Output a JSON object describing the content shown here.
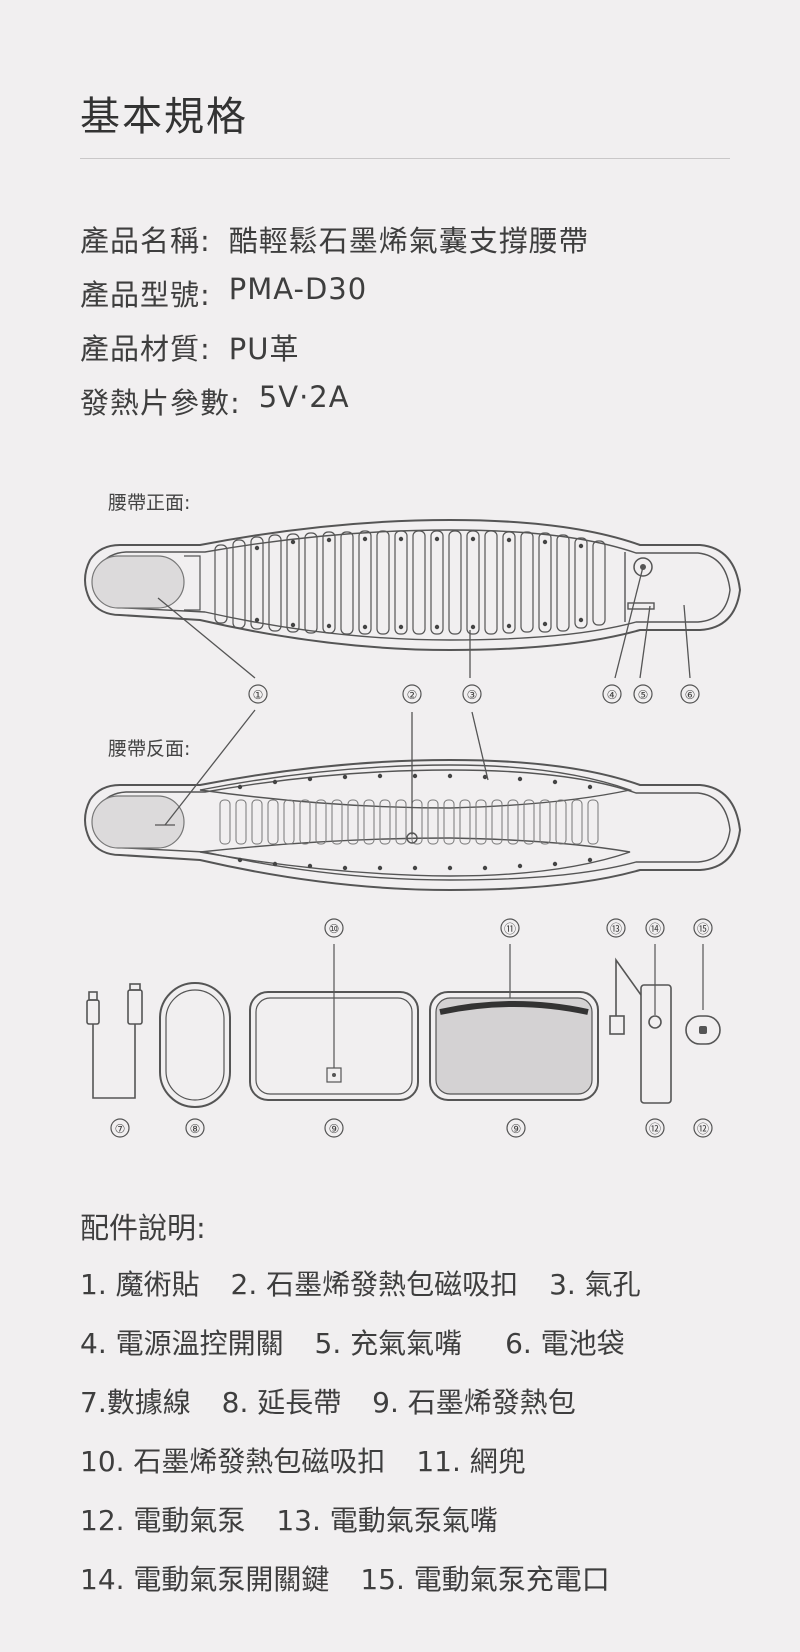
{
  "title": "基本規格",
  "specs": [
    {
      "label": "產品名稱:",
      "value": "酷輕鬆石墨烯氣囊支撐腰帶"
    },
    {
      "label": "產品型號:",
      "value": "PMA-D30"
    },
    {
      "label": "產品材質:",
      "value": "PU革"
    },
    {
      "label": "發熱片參數:",
      "value": "5V·2A"
    }
  ],
  "diagram": {
    "front_label": "腰帶正面:",
    "back_label": "腰帶反面:",
    "markers_front": [
      "①",
      "②",
      "③",
      "④",
      "⑤",
      "⑥"
    ],
    "markers_mid": [
      "⑩",
      "⑪",
      "⑬",
      "⑭",
      "⑮"
    ],
    "markers_bottom": [
      "⑦",
      "⑧",
      "⑨",
      "⑨",
      "⑫",
      "⑫"
    ]
  },
  "accessories": {
    "title": "配件說明:",
    "rows": [
      [
        "1. 魔術貼",
        "2. 石墨烯發熱包磁吸扣",
        "3. 氣孔"
      ],
      [
        "4. 電源溫控開關",
        "5. 充氣氣嘴",
        "6. 電池袋"
      ],
      [
        "7.數據線",
        "8. 延長帶",
        "9. 石墨烯發熱包"
      ],
      [
        "10. 石墨烯發熱包磁吸扣",
        "11. 網兜"
      ],
      [
        "12. 電動氣泵",
        "13. 電動氣泵氣嘴"
      ],
      [
        "14. 電動氣泵開關鍵",
        "15. 電動氣泵充電口"
      ]
    ]
  },
  "colors": {
    "background": "#f1eff0",
    "line": "#555555",
    "accent": "#4a4a4a"
  }
}
